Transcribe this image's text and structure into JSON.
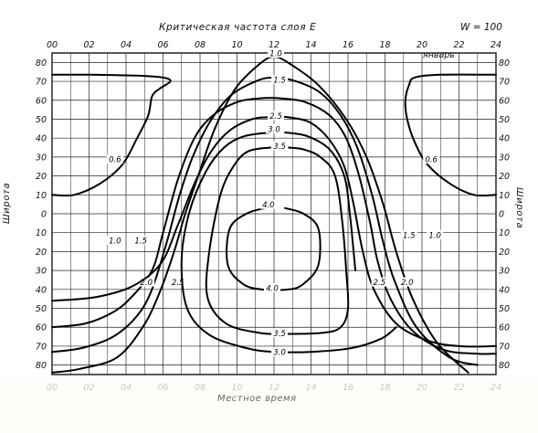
{
  "chart_data": {
    "type": "contour",
    "title": "Критическая частота слоя E",
    "note": "W = 100",
    "month": "январь",
    "xlabel": "Местное время",
    "ylabel": "Широта",
    "xlim": [
      0,
      24
    ],
    "ylim": [
      -85,
      85
    ],
    "x_ticks_top": [
      "00",
      "02",
      "04",
      "06",
      "08",
      "10",
      "12",
      "14",
      "16",
      "18",
      "20",
      "22",
      "24"
    ],
    "x_ticks_bottom": [
      "00",
      "02",
      "04",
      "06",
      "08",
      "10",
      "12",
      "14",
      "16",
      "18",
      "20",
      "22",
      "24"
    ],
    "y_ticks": [
      {
        "label": "80",
        "v": 80
      },
      {
        "label": "70",
        "v": 70
      },
      {
        "label": "60",
        "v": 60
      },
      {
        "label": "50",
        "v": 50
      },
      {
        "label": "40",
        "v": 40
      },
      {
        "label": "30",
        "v": 30
      },
      {
        "label": "20",
        "v": 20
      },
      {
        "label": "10",
        "v": 10
      },
      {
        "label": "0",
        "v": 0
      },
      {
        "label": "10",
        "v": -10
      },
      {
        "label": "20",
        "v": -20
      },
      {
        "label": "30",
        "v": -30
      },
      {
        "label": "40",
        "v": -40
      },
      {
        "label": "50",
        "v": -50
      },
      {
        "label": "60",
        "v": -60
      },
      {
        "label": "70",
        "v": -70
      },
      {
        "label": "80",
        "v": -80
      }
    ],
    "contours": [
      {
        "level": "0.6",
        "label_points": [
          [
            3.4,
            28
          ],
          [
            20.5,
            28
          ]
        ],
        "lines": [
          [
            [
              0,
              10
            ],
            [
              1.2,
              10
            ],
            [
              2.6,
              16
            ],
            [
              3.8,
              26
            ],
            [
              4.6,
              40
            ],
            [
              5.2,
              52
            ],
            [
              5.4,
              62
            ],
            [
              5.8,
              66
            ],
            [
              6.4,
              70
            ],
            [
              6.0,
              72
            ],
            [
              4.6,
              73
            ],
            [
              2.0,
              73.5
            ],
            [
              0,
              73.5
            ]
          ],
          [
            [
              24,
              10
            ],
            [
              22.8,
              10
            ],
            [
              21.5,
              16
            ],
            [
              20.3,
              26
            ],
            [
              19.6,
              38
            ],
            [
              19.2,
              50
            ],
            [
              19.1,
              60
            ],
            [
              19.3,
              68
            ],
            [
              19.6,
              72
            ],
            [
              21.0,
              73.5
            ],
            [
              24,
              73.5
            ]
          ]
        ]
      },
      {
        "level": "1.0",
        "label_points": [
          [
            12.1,
            84
          ],
          [
            3.4,
            -15
          ],
          [
            20.7,
            -12
          ]
        ],
        "lines": [
          [
            [
              0,
              -84
            ],
            [
              1.5,
              -82
            ],
            [
              3.5,
              -76
            ],
            [
              4.9,
              -60
            ],
            [
              5.8,
              -42
            ],
            [
              6.6,
              -20
            ],
            [
              7.2,
              0
            ],
            [
              7.9,
              20
            ],
            [
              8.8,
              45
            ],
            [
              9.9,
              66
            ],
            [
              11.2,
              79
            ],
            [
              12.0,
              83
            ],
            [
              12.9,
              79
            ],
            [
              14.4,
              68
            ],
            [
              15.9,
              50
            ],
            [
              17.0,
              30
            ],
            [
              17.9,
              5
            ],
            [
              18.6,
              -20
            ],
            [
              19.5,
              -45
            ],
            [
              20.8,
              -68
            ],
            [
              22.5,
              -84
            ]
          ]
        ]
      },
      {
        "level": "1.5",
        "label_points": [
          [
            12.3,
            70
          ],
          [
            4.8,
            -15
          ],
          [
            19.3,
            -12
          ]
        ],
        "lines": [
          [
            [
              0,
              -73
            ],
            [
              1.6,
              -71
            ],
            [
              3.3,
              -65
            ],
            [
              4.6,
              -54
            ],
            [
              5.4,
              -40
            ],
            [
              6.2,
              -15
            ],
            [
              6.9,
              10
            ],
            [
              7.6,
              30
            ],
            [
              8.5,
              48
            ],
            [
              9.6,
              62
            ],
            [
              11.0,
              70
            ],
            [
              12.0,
              72
            ],
            [
              13.2,
              70
            ],
            [
              14.5,
              64
            ],
            [
              15.6,
              52
            ],
            [
              16.5,
              35
            ],
            [
              17.3,
              10
            ],
            [
              17.9,
              -15
            ],
            [
              18.5,
              -35
            ],
            [
              19.7,
              -60
            ],
            [
              21.5,
              -76
            ],
            [
              23.0,
              -80
            ]
          ]
        ]
      },
      {
        "level": "2.0",
        "label_points": [
          [
            5.1,
            -37
          ],
          [
            19.2,
            -37
          ]
        ],
        "lines": [
          [
            [
              0,
              -60
            ],
            [
              1.8,
              -58
            ],
            [
              3.3,
              -52
            ],
            [
              4.3,
              -44
            ],
            [
              5.4,
              -30
            ],
            [
              6.0,
              -10
            ],
            [
              6.8,
              18
            ],
            [
              7.7,
              40
            ],
            [
              8.7,
              52
            ],
            [
              10.0,
              59
            ],
            [
              11.2,
              61
            ],
            [
              12.4,
              61
            ],
            [
              13.7,
              59
            ],
            [
              15.0,
              52
            ],
            [
              15.9,
              40
            ],
            [
              16.6,
              20
            ],
            [
              17.2,
              -5
            ],
            [
              17.6,
              -25
            ],
            [
              18.3,
              -45
            ],
            [
              19.5,
              -62
            ],
            [
              21.2,
              -72
            ],
            [
              23.0,
              -74
            ],
            [
              24,
              -74
            ]
          ]
        ]
      },
      {
        "level": "2.5",
        "label_points": [
          [
            12.1,
            51
          ],
          [
            6.8,
            -37
          ],
          [
            17.7,
            -37
          ]
        ],
        "lines": [
          [
            [
              0,
              -46
            ],
            [
              2.4,
              -44
            ],
            [
              4.4,
              -38
            ],
            [
              5.9,
              -26
            ],
            [
              6.8,
              -6
            ],
            [
              7.7,
              16
            ],
            [
              8.6,
              33
            ],
            [
              9.6,
              44
            ],
            [
              10.8,
              50
            ],
            [
              11.7,
              51
            ],
            [
              12.8,
              51
            ],
            [
              14.0,
              48
            ],
            [
              15.0,
              39
            ],
            [
              15.8,
              25
            ],
            [
              16.3,
              5
            ],
            [
              16.8,
              -20
            ],
            [
              17.4,
              -40
            ],
            [
              18.6,
              -58
            ],
            [
              20.3,
              -67
            ],
            [
              22.0,
              -70
            ],
            [
              24,
              -70
            ]
          ]
        ]
      },
      {
        "level": "3.0",
        "label_points": [
          [
            12.0,
            44
          ],
          [
            12.3,
            -74
          ]
        ],
        "lines": [
          [
            [
              11.8,
              43
            ],
            [
              10.4,
              41
            ],
            [
              9.3,
              35
            ],
            [
              8.3,
              22
            ],
            [
              7.4,
              0
            ],
            [
              7.0,
              -25
            ],
            [
              7.3,
              -50
            ],
            [
              8.5,
              -64
            ],
            [
              10.5,
              -71
            ],
            [
              12.0,
              -73
            ],
            [
              14.0,
              -73
            ],
            [
              16.2,
              -71
            ],
            [
              17.8,
              -66
            ],
            [
              18.6,
              -60
            ]
          ],
          [
            [
              12.6,
              43
            ],
            [
              13.8,
              41
            ],
            [
              15.0,
              34
            ],
            [
              15.8,
              20
            ],
            [
              16.1,
              0
            ],
            [
              16.3,
              -20
            ],
            [
              16.4,
              -30
            ]
          ]
        ]
      },
      {
        "level": "3.5",
        "label_points": [
          [
            12.3,
            35
          ],
          [
            12.3,
            -64
          ]
        ],
        "lines": [
          [
            [
              11.8,
              35
            ],
            [
              10.6,
              33
            ],
            [
              9.8,
              25
            ],
            [
              9.1,
              10
            ],
            [
              8.5,
              -20
            ],
            [
              8.4,
              -44
            ],
            [
              9.4,
              -58
            ],
            [
              11.2,
              -63
            ],
            [
              12.4,
              -63.5
            ],
            [
              14.6,
              -63
            ],
            [
              15.6,
              -60
            ],
            [
              16.0,
              -50
            ],
            [
              15.9,
              -30
            ],
            [
              15.7,
              -5
            ],
            [
              15.3,
              20
            ],
            [
              14.5,
              30
            ],
            [
              13.6,
              34
            ],
            [
              12.8,
              35
            ]
          ]
        ]
      },
      {
        "level": "4.0",
        "label_points": [
          [
            11.7,
            4
          ],
          [
            11.9,
            -40
          ]
        ],
        "lines": [
          [
            [
              11.5,
              3
            ],
            [
              10.5,
              0
            ],
            [
              9.6,
              -8
            ],
            [
              9.5,
              -27
            ],
            [
              10.3,
              -37
            ],
            [
              11.3,
              -40
            ],
            [
              12.8,
              -40
            ],
            [
              13.6,
              -37
            ],
            [
              14.4,
              -27
            ],
            [
              14.4,
              -8
            ],
            [
              13.6,
              0
            ],
            [
              12.6,
              3
            ]
          ]
        ]
      }
    ]
  }
}
